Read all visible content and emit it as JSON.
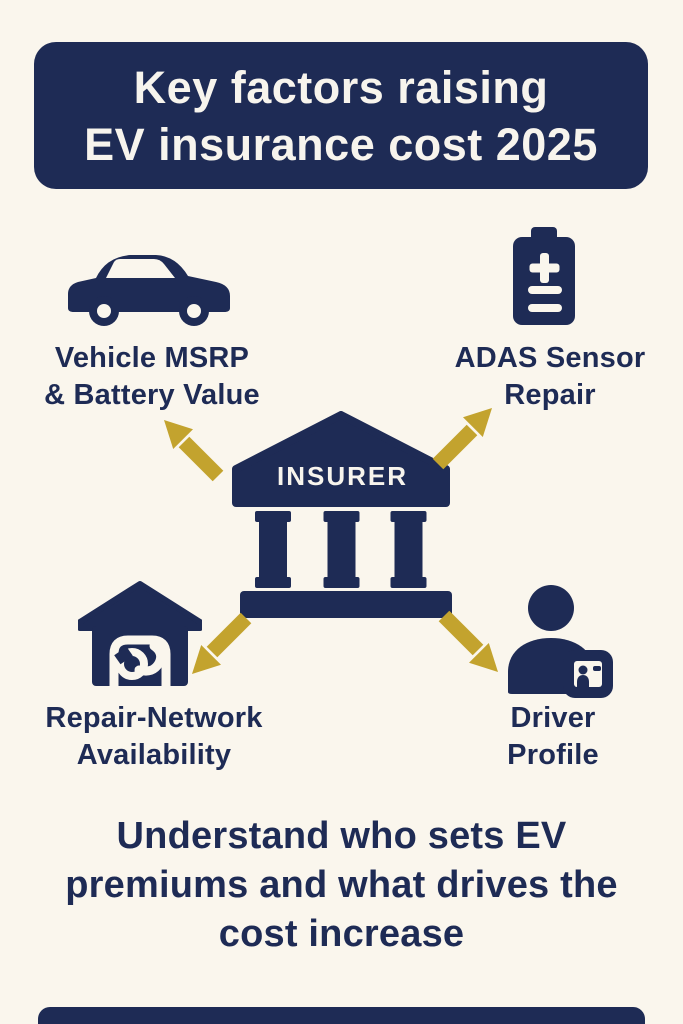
{
  "colors": {
    "background": "#faf6ed",
    "navy": "#1e2b55",
    "gold": "#c3a32e",
    "banner_text": "#f7f4ed"
  },
  "header": {
    "lines": [
      "Key factors raising",
      "EV insurance cost 2025"
    ]
  },
  "factors": [
    {
      "icon": "car-icon",
      "lines": [
        "Vehicle MSRP",
        "& Battery Value"
      ]
    },
    {
      "icon": "battery-icon",
      "lines": [
        "ADAS Sensor",
        "Repair"
      ]
    },
    {
      "icon": "garage-wrench-icon",
      "lines": [
        "Repair-Network",
        "Availability"
      ]
    },
    {
      "icon": "driver-id-card-icon",
      "lines": [
        "Driver",
        "Profile"
      ]
    }
  ],
  "center": {
    "label": "INSURER",
    "icon": "bank-building-icon"
  },
  "arrows": {
    "icon": "diagonal-arrow-icon",
    "directions": [
      "up-left",
      "up-right",
      "down-left",
      "down-right"
    ],
    "color": "#c3a32e"
  },
  "footer": {
    "lines": [
      "Understand who sets EV",
      "premiums and what drives the",
      "cost increase"
    ]
  }
}
